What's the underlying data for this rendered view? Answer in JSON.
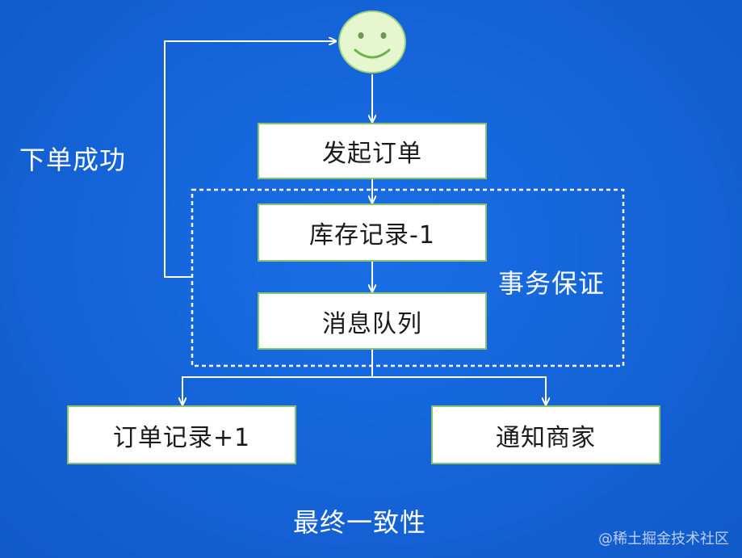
{
  "diagram": {
    "left_label": "下单成功",
    "box_initiate_order": "发起订单",
    "box_inventory": "库存记录-1",
    "box_message_queue": "消息队列",
    "transaction_label": "事务保证",
    "box_order_record": "订单记录+1",
    "box_notify_merchant": "通知商家",
    "bottom_label": "最终一致性"
  },
  "watermark": "@稀土掘金技术社区",
  "colors": {
    "background": "#1565d8",
    "box_border": "#88c46a",
    "face_fill": "#e6f6cf",
    "face_stroke": "#9bd07a"
  }
}
